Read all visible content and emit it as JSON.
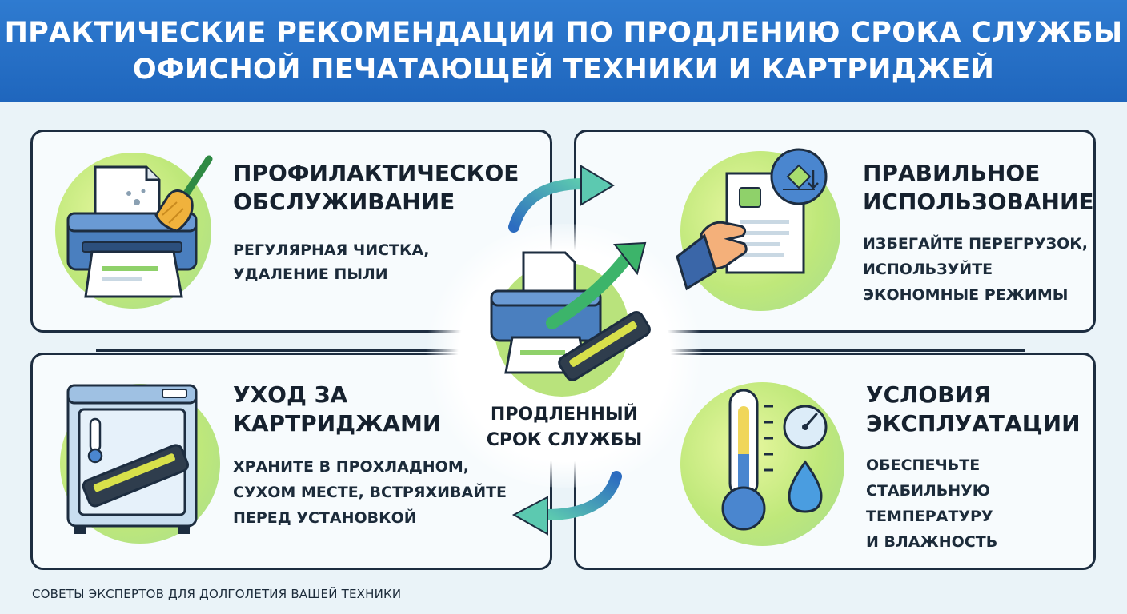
{
  "header": {
    "title_line1": "ПРАКТИЧЕСКИЕ РЕКОМЕНДАЦИИ ПО ПРОДЛЕНИЮ СРОКА СЛУЖБЫ",
    "title_line2": "ОФИСНОЙ ПЕЧАТАЮЩЕЙ ТЕХНИКИ И КАРТРИДЖЕЙ"
  },
  "cards": {
    "maintenance": {
      "title_line1": "ПРОФИЛАКТИЧЕСКОЕ",
      "title_line2": "ОБСЛУЖИВАНИЕ",
      "desc_line1": "РЕГУЛЯРНАЯ ЧИСТКА,",
      "desc_line2": "УДАЛЕНИЕ ПЫЛИ",
      "icon": "printer-cleaning-brush-icon"
    },
    "usage": {
      "title_line1": "ПРАВИЛЬНОЕ",
      "title_line2": "ИСПОЛЬЗОВАНИЕ",
      "desc_line1": "ИЗБЕГАЙТЕ ПЕРЕГРУЗОК,",
      "desc_line2": "ИСПОЛЬЗУЙТЕ",
      "desc_line3": "ЭКОНОМНЫЕ РЕЖИМЫ",
      "icon": "hand-document-eco-icon"
    },
    "cartridges": {
      "title_line1": "УХОД ЗА",
      "title_line2": "КАРТРИДЖАМИ",
      "desc_line1": "ХРАНИТЕ В ПРОХЛАДНОМ,",
      "desc_line2": "СУХОМ МЕСТЕ, ВСТРЯХИВАЙТЕ",
      "desc_line3": "ПЕРЕД УСТАНОВКОЙ",
      "icon": "cartridge-storage-cabinet-icon"
    },
    "conditions": {
      "title_line1": "УСЛОВИЯ",
      "title_line2": "ЭКСПЛУАТАЦИИ",
      "desc_line1": "ОБЕСПЕЧЬТЕ",
      "desc_line2": "СТАБИЛЬНУЮ",
      "desc_line3": "ТЕМПЕРАТУРУ",
      "desc_line4": "И ВЛАЖНОСТЬ",
      "icon": "thermometer-gauge-drop-icon"
    }
  },
  "center": {
    "label_line1": "ПРОДЛЕННЫЙ",
    "label_line2": "СРОК СЛУЖБЫ",
    "icon": "printer-cartridge-growth-arrow-icon"
  },
  "footer": {
    "text": "СОВЕТЫ ЭКСПЕРТОВ ДЛЯ ДОЛГОЛЕТИЯ ВАШЕЙ ТЕХНИКИ"
  },
  "colors": {
    "header_bg": "#2470c6",
    "card_border": "#1d2d40",
    "accent_blue": "#3d7fd0",
    "accent_green": "#a7dd6e"
  }
}
